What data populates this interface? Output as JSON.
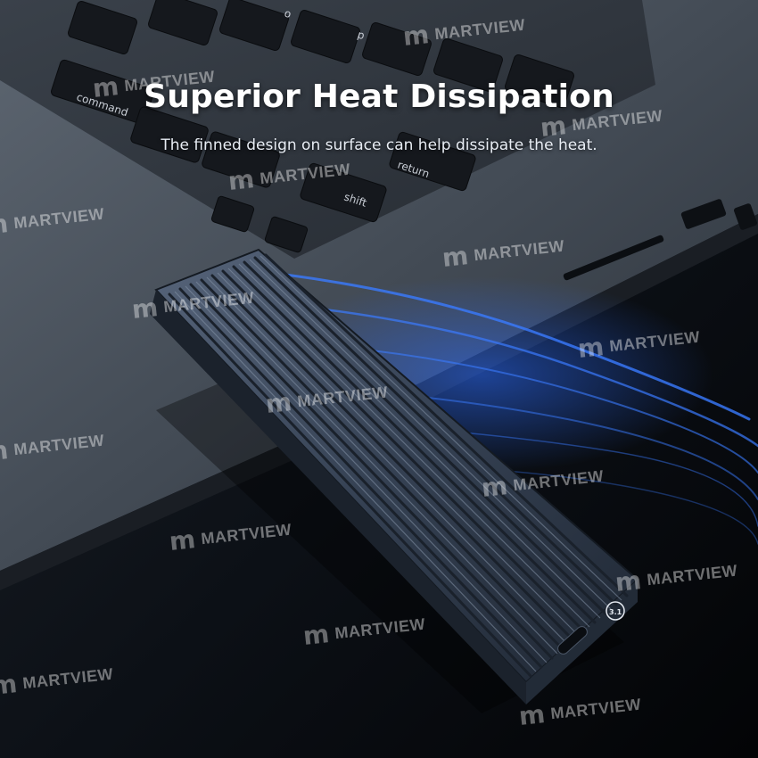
{
  "heading": {
    "title": "Superior Heat Dissipation",
    "subtitle": "The finned design on surface can help dissipate the heat."
  },
  "keyboard": {
    "key_labels": [
      "command",
      "return",
      "shift",
      "o",
      "p"
    ]
  },
  "watermark": {
    "logo_icon": "m-logo-icon",
    "text": "MARTVIEW"
  },
  "product": {
    "badge_text": "3.1"
  },
  "colors": {
    "background": "#07090d",
    "laptop": "#4b5563",
    "enclosure": "#2b3646",
    "airflow": "#2a6bff"
  }
}
